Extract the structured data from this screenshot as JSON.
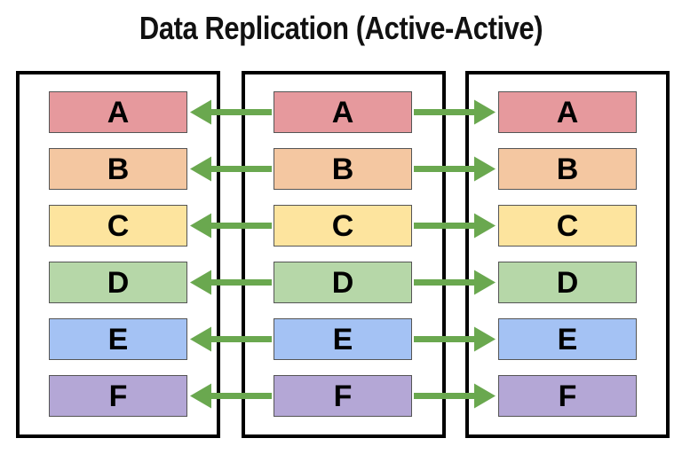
{
  "title": "Data Replication (Active-Active)",
  "colors": {
    "arrow": "#6aa84f",
    "border": "#000000"
  },
  "partitions": [
    {
      "label": "A",
      "color": "#e6999d"
    },
    {
      "label": "B",
      "color": "#f4c7a1"
    },
    {
      "label": "C",
      "color": "#fde49e"
    },
    {
      "label": "D",
      "color": "#b6d7a8"
    },
    {
      "label": "E",
      "color": "#a4c2f4"
    },
    {
      "label": "F",
      "color": "#b4a7d6"
    }
  ]
}
